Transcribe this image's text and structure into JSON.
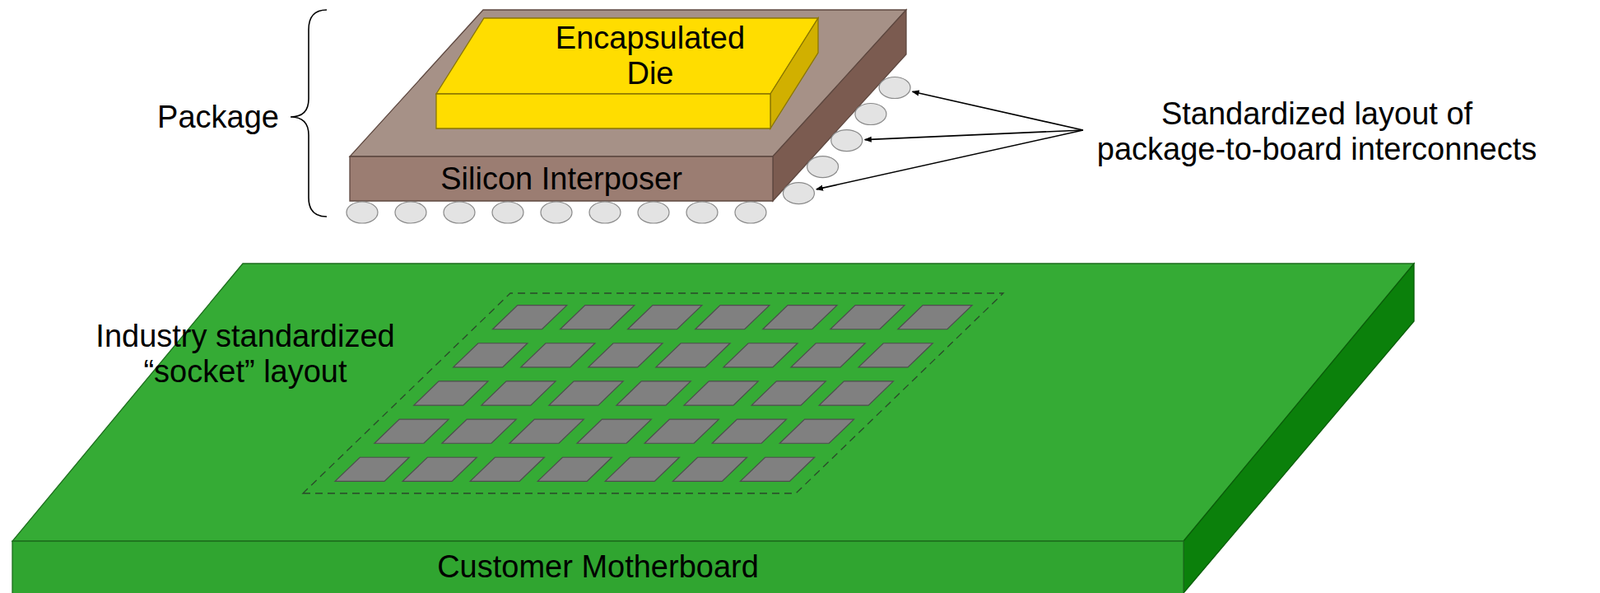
{
  "diagram": {
    "nodes": [
      {
        "text": [
          "Encapsulated Die"
        ]
      },
      {
        "text": [
          "Silicon Interposer"
        ]
      },
      {
        "text": [
          "Customer Motherboard"
        ]
      }
    ],
    "edges": [],
    "labels": [
      "Package",
      "Standardized layout of package-to-board interconnects",
      "Industry standardized “socket” layout"
    ]
  }
}
